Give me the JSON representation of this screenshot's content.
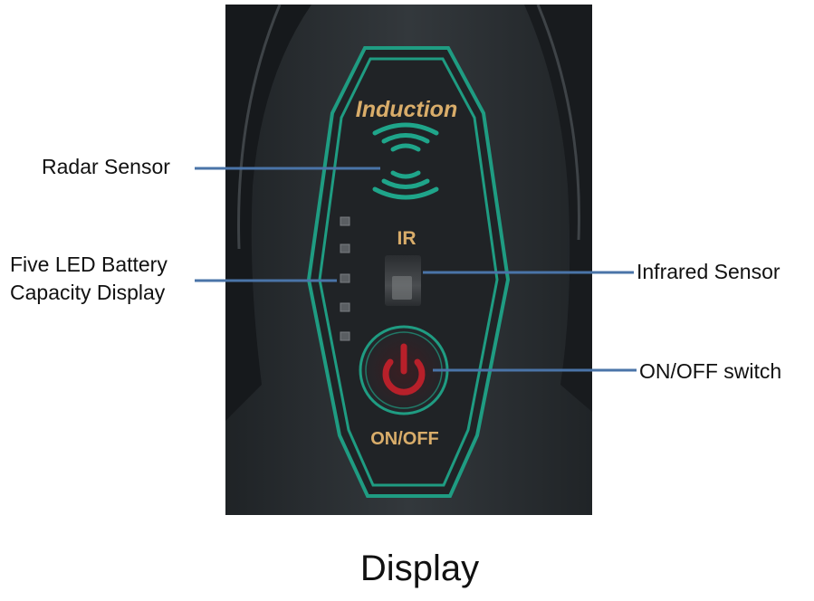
{
  "panel": {
    "induction_text": "Induction",
    "ir_text": "IR",
    "onoff_text": "ON/OFF",
    "led_count": 5
  },
  "callouts": {
    "radar_sensor": "Radar Sensor",
    "battery_display": [
      "Five LED Battery",
      "Capacity Display"
    ],
    "infrared_sensor": "Infrared Sensor",
    "onoff_switch": "ON/OFF switch"
  },
  "caption": "Display",
  "colors": {
    "background": "#ffffff",
    "housing": "#2b2f33",
    "panel_border": "#1f9c82",
    "panel_text": "#d9ad6a",
    "power_button": "#b8202a",
    "leader_line": "#4a74a8",
    "label_text": "#111111"
  }
}
